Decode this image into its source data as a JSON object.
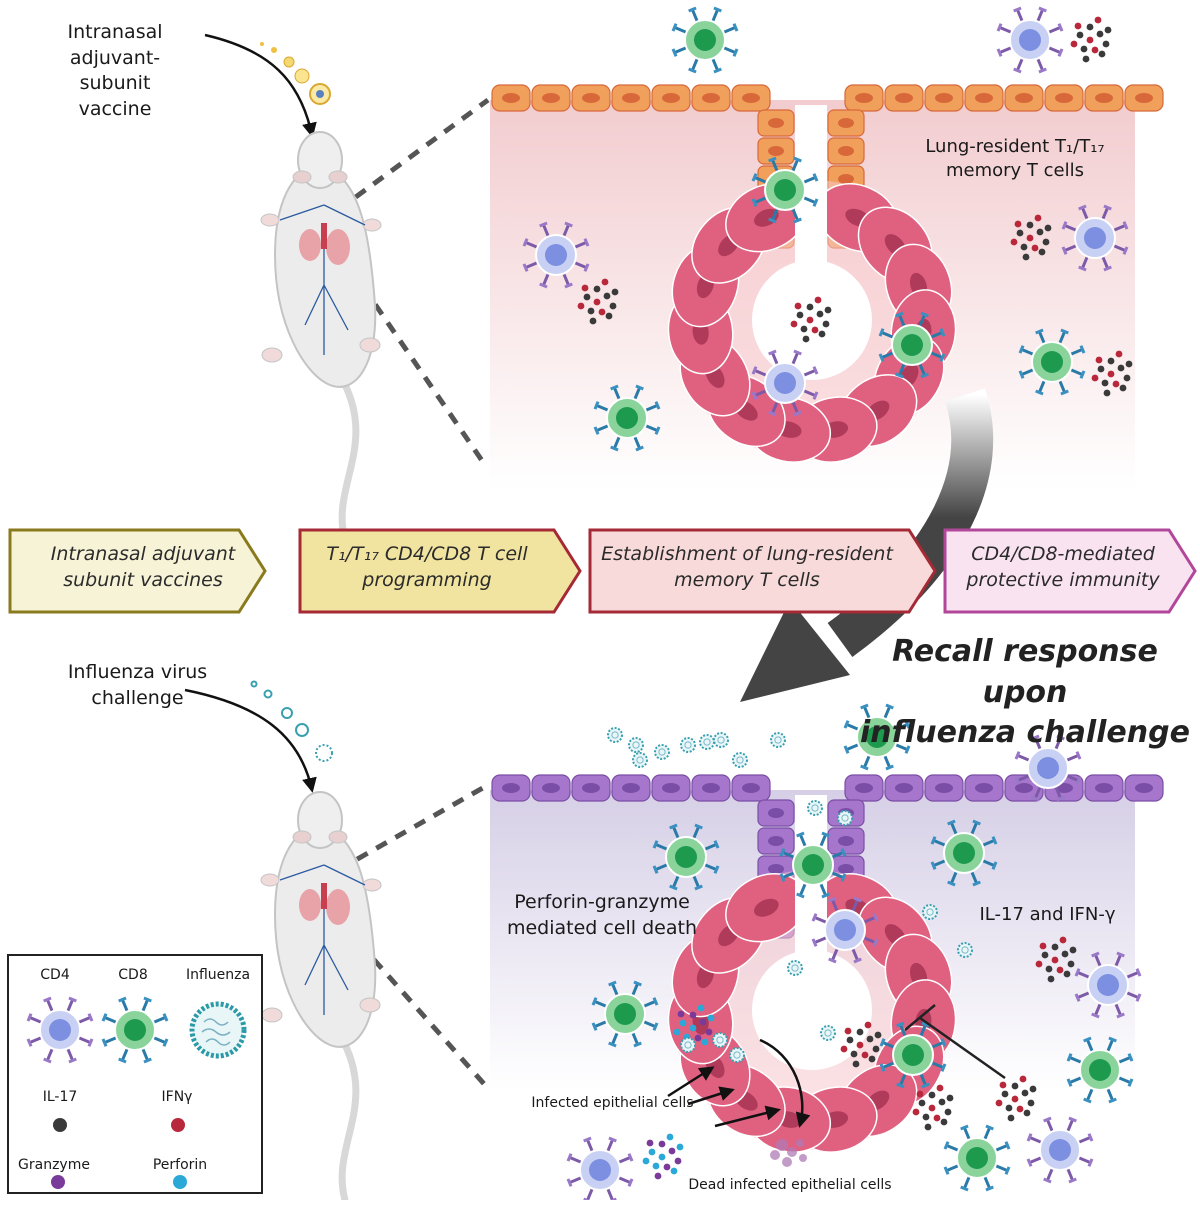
{
  "top_panel": {
    "vaccine_label_line1": "Intranasal",
    "vaccine_label_line2": "adjuvant-subunit",
    "vaccine_label_line3": "vaccine",
    "lung_resident_line1": "Lung-resident T₁/T₁₇",
    "lung_resident_line2": "memory T cells"
  },
  "steps": [
    {
      "line1": "Intranasal adjuvant",
      "line2": "subunit vaccines",
      "fill": "#f7f3d6",
      "stroke": "#8a7a1e"
    },
    {
      "line1": "T₁/T₁₇ CD4/CD8 T cell",
      "line2": "programming",
      "fill": "#f1e3a0",
      "stroke": "#a52a35"
    },
    {
      "line1": "Establishment of lung-resident",
      "line2": "memory T cells",
      "fill": "#f9dada",
      "stroke": "#a52a35"
    },
    {
      "line1": "CD4/CD8-mediated",
      "line2": "protective immunity",
      "fill": "#f9e3f1",
      "stroke": "#b2479a"
    }
  ],
  "recall_title_line1": "Recall response upon",
  "recall_title_line2": "influenza challenge",
  "bottom_panel": {
    "challenge_line1": "Influenza  virus",
    "challenge_line2": "challenge",
    "perforin_line1": "Perforin-granzyme",
    "perforin_line2": "mediated cell death",
    "il17_label": "IL-17 and IFN-γ",
    "infected_label": "Infected epithelial cells",
    "dead_label": "Dead infected epithelial cells"
  },
  "legend": {
    "cd4": "CD4",
    "cd8": "CD8",
    "influenza": "Influenza",
    "il17": "IL-17",
    "ifng": "IFNγ",
    "granzyme": "Granzyme",
    "perforin": "Perforin"
  },
  "colors": {
    "cd4_cell": "#aab6ee",
    "cd8_cell": "#5cc07a",
    "orange_epithelium": "#f0a05a",
    "pink_epithelium": "#e06080",
    "purple_epithelium": "#9b6ac2",
    "il17": "#3a3a3a",
    "ifng": "#b8283a",
    "granzyme": "#7a3a9a",
    "perforin": "#2aa8d8"
  }
}
